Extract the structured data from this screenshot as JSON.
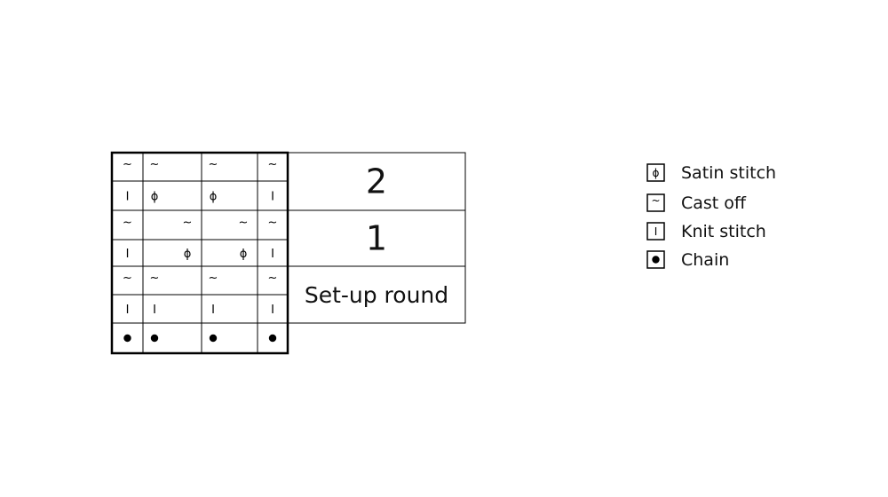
{
  "chart": {
    "columns": 4,
    "rows": [
      [
        "~",
        "~",
        "~",
        "~"
      ],
      [
        "I",
        "ϕ",
        "ϕ",
        "I"
      ],
      [
        "~",
        "~",
        "~",
        "~"
      ],
      [
        "I",
        "ϕ",
        "ϕ",
        "I"
      ],
      [
        "~",
        "~",
        "~",
        "~"
      ],
      [
        "I",
        "I",
        "I",
        "I"
      ],
      [
        "•",
        "•",
        "•",
        "•"
      ]
    ],
    "symbol_alignment": [
      [
        "c",
        "l",
        "l",
        "c"
      ],
      [
        "c",
        "l",
        "l",
        "c"
      ],
      [
        "c",
        "r",
        "r",
        "c"
      ],
      [
        "c",
        "r",
        "r",
        "c"
      ],
      [
        "c",
        "l",
        "l",
        "c"
      ],
      [
        "c",
        "l",
        "l",
        "c"
      ],
      [
        "c",
        "l",
        "l",
        "c"
      ]
    ]
  },
  "rounds": [
    {
      "label": "2"
    },
    {
      "label": "1"
    },
    {
      "label": "Set-up round"
    }
  ],
  "legend": [
    {
      "symbol": "ϕ",
      "label": "Satin stitch",
      "icon": "satin-stitch-icon"
    },
    {
      "symbol": "~",
      "label": "Cast off",
      "icon": "cast-off-icon"
    },
    {
      "symbol": "I",
      "label": "Knit stitch",
      "icon": "knit-stitch-icon"
    },
    {
      "symbol": "•",
      "label": "Chain",
      "icon": "chain-icon"
    }
  ],
  "colors": {
    "line": "#000000",
    "background": "#ffffff",
    "text": "#111111"
  }
}
